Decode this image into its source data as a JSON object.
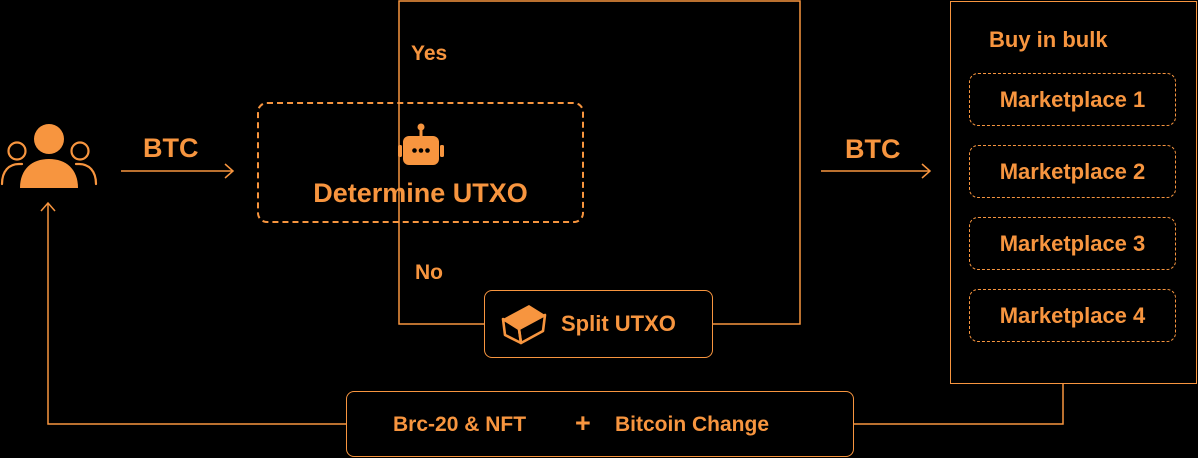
{
  "user_icon": "users-group-icon",
  "flow": {
    "btc_in": "BTC",
    "btc_out": "BTC",
    "yes_label": "Yes",
    "no_label": "No"
  },
  "determine": {
    "icon": "robot-icon",
    "label": "Determine UTXO"
  },
  "split": {
    "icon": "cube-icon",
    "label": "Split UTXO"
  },
  "bulk": {
    "title": "Buy in bulk",
    "marketplaces": [
      "Marketplace 1",
      "Marketplace 2",
      "Marketplace 3",
      "Marketplace 4"
    ]
  },
  "return": {
    "left": "Brc-20 & NFT",
    "plus": "+",
    "right": "Bitcoin Change"
  },
  "colors": {
    "accent": "#F7953F",
    "background": "#000000"
  }
}
